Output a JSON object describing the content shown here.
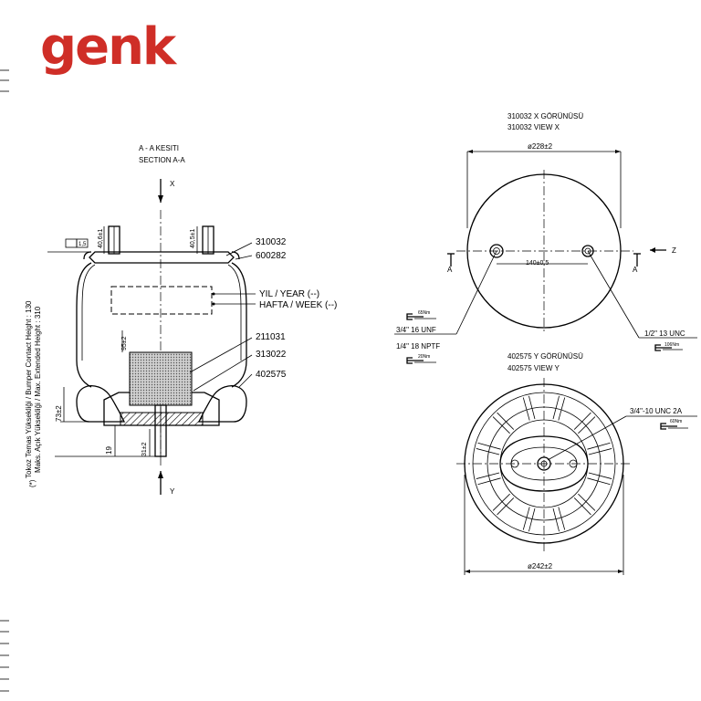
{
  "brand": {
    "logo_text": "genk",
    "color": "#cf2e27"
  },
  "section_view": {
    "title_tr": "A - A KESITI",
    "title_en": "SECTION A-A",
    "axis_x": "X",
    "axis_y": "Y",
    "callouts": [
      "310032",
      "600282",
      "211031",
      "313022",
      "402575"
    ],
    "year_label": "YIL / YEAR (--)",
    "week_label": "HAFTA / WEEK (--)",
    "dims": {
      "stud_offset_left": "40,6±1",
      "stud_offset_right": "40,5±1",
      "flatness": "1,5",
      "height_95": "95±2",
      "height_73": "73±2",
      "dim_19": "19",
      "dim_31": "31±2"
    },
    "vertical_note_line1": "Tokoz Temas Yüksekliği / Bumper Contact Height : 130",
    "vertical_note_line2": "Maks. Açık Yüksekliği / Max. Extended Height : 310",
    "footnote_marker": "(*)"
  },
  "view_x": {
    "title_tr": "310032 X GÖRÜNÜSÜ",
    "title_en": "310032  VIEW X",
    "diameter": "ø228±2",
    "hole_spacing": "140±0,5",
    "section_marker": "A",
    "axis_z": "Z",
    "thread_left_1": "3/4\" 16 UNF",
    "thread_left_2": "1/4\" 18 NPTF",
    "thread_right": "1/2\" 13 UNC",
    "torque_left_top": "65Nm",
    "torque_left_bottom": "20Nm",
    "torque_right": "106Nm"
  },
  "view_y": {
    "title_tr": "402575 Y GÖRÜNÜSÜ",
    "title_en": "402575 VIEW Y",
    "diameter": "ø242±2",
    "thread": "3/4\"-10 UNC 2A",
    "torque": "60Nm"
  }
}
